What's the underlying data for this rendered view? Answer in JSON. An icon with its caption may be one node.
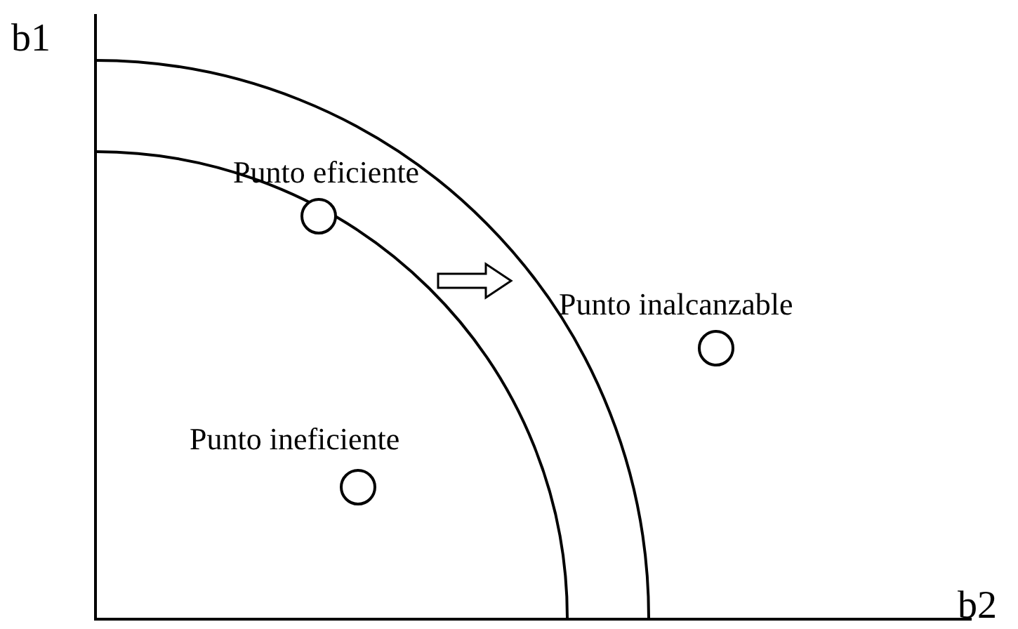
{
  "diagram": {
    "labels": [
      "b1",
      "Punto eficiente",
      "Punto inalcanzable",
      "Punto ineficiente",
      "b2"
    ]
  }
}
